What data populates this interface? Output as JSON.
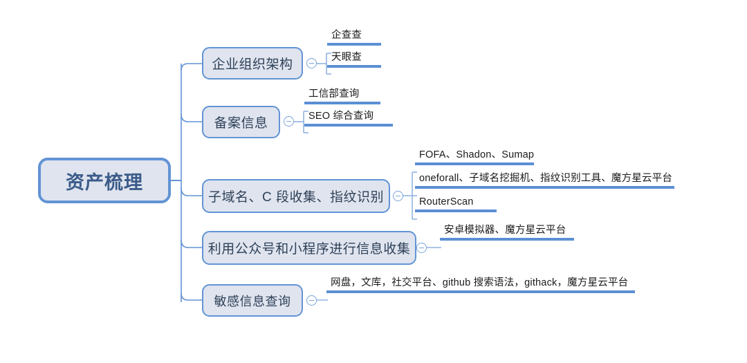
{
  "diagram": {
    "type": "mind-map",
    "title": "资产梳理",
    "accent_color": "#5b8fd4",
    "node_fill": "#dfe4ef",
    "node_border": "#6293d4",
    "root_text_color": "#3c5b89",
    "branch_text_color": "#2f4158",
    "leaf_text_color": "#1a1a1a"
  },
  "root": {
    "label": "资产梳理"
  },
  "branches": [
    {
      "label": "企业组织架构",
      "toggle": "collapse-toggle",
      "leaves": [
        {
          "text": "企查查"
        },
        {
          "text": "天眼查"
        }
      ]
    },
    {
      "label": "备案信息",
      "toggle": "collapse-toggle",
      "leaves": [
        {
          "text": "工信部查询"
        },
        {
          "text": "SEO 综合查询"
        }
      ]
    },
    {
      "label": "子域名、C 段收集、指纹识别",
      "toggle": "collapse-toggle",
      "leaves": [
        {
          "text": "FOFA、Shadon、Sumap"
        },
        {
          "text": "oneforall、子域名挖掘机、指纹识别工具、魔方星云平台"
        },
        {
          "text": "RouterScan"
        }
      ]
    },
    {
      "label": "利用公众号和小程序进行信息收集",
      "toggle": "collapse-toggle",
      "leaves": [
        {
          "text": "安卓模拟器、魔方星云平台"
        }
      ]
    },
    {
      "label": "敏感信息查询",
      "toggle": "collapse-toggle",
      "leaves": [
        {
          "text": "网盘，文库，社交平台、github 搜索语法，githack，魔方星云平台"
        }
      ]
    }
  ]
}
